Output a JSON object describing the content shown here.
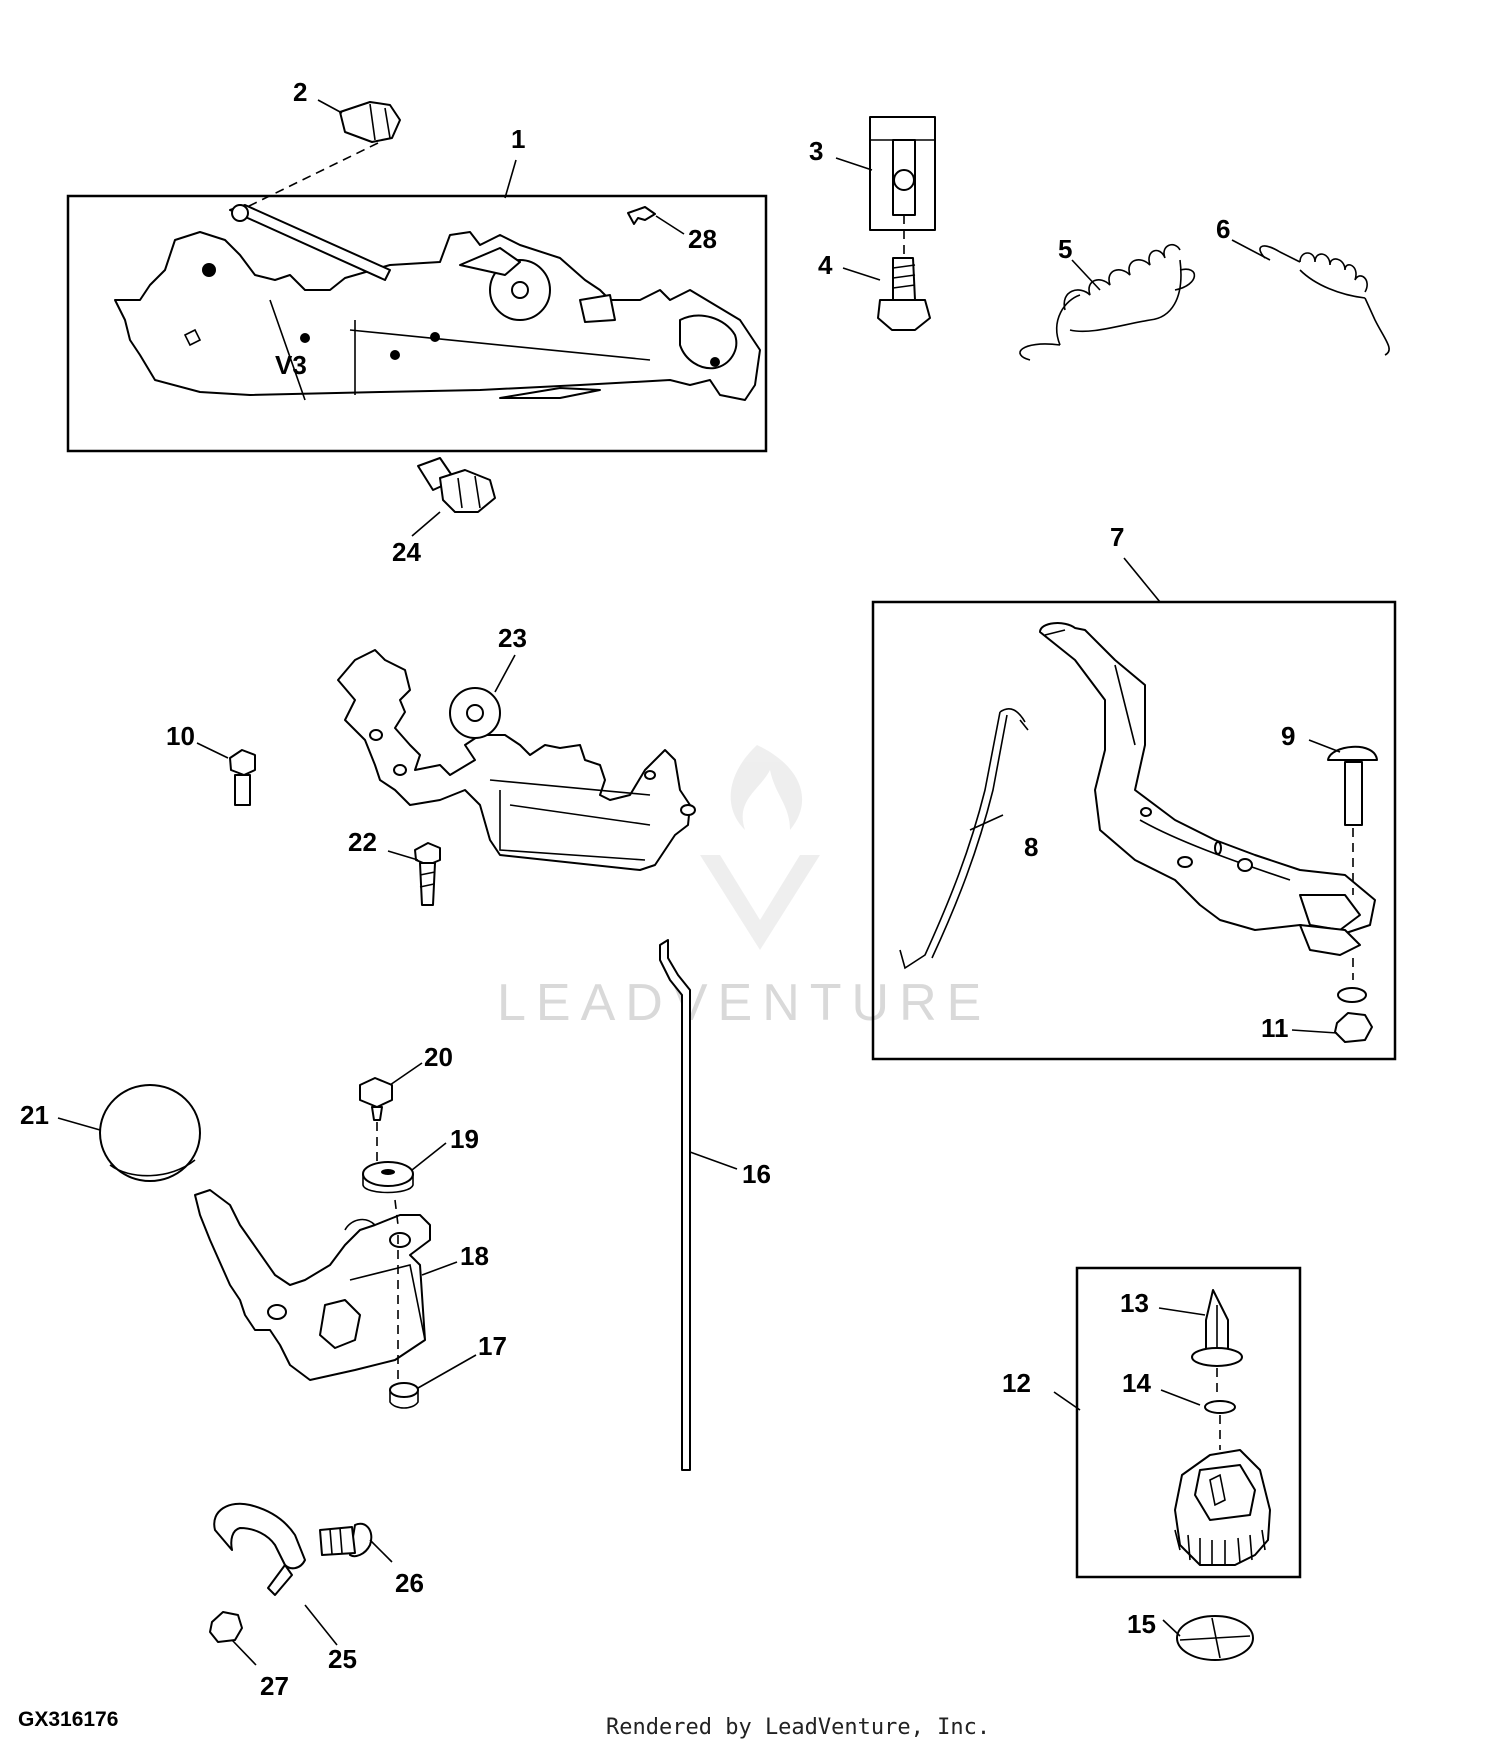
{
  "diagram": {
    "callouts": [
      "1",
      "2",
      "3",
      "4",
      "5",
      "6",
      "7",
      "8",
      "9",
      "10",
      "11",
      "12",
      "13",
      "14",
      "15",
      "16",
      "17",
      "18",
      "19",
      "20",
      "21",
      "22",
      "23",
      "24",
      "25",
      "26",
      "27",
      "28"
    ],
    "engraved_text": "V3",
    "figure_code": "GX316176",
    "footer": "Rendered by LeadVenture, Inc.",
    "watermark": "LEADVENTURE"
  }
}
